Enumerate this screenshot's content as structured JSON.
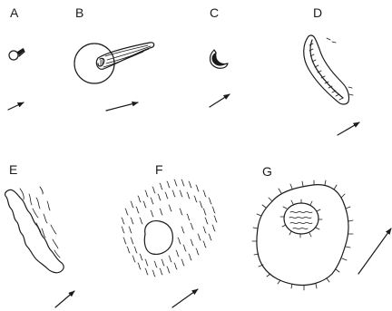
{
  "figure": {
    "panels": [
      {
        "id": "a",
        "label": "A"
      },
      {
        "id": "b",
        "label": "B"
      },
      {
        "id": "c",
        "label": "C"
      },
      {
        "id": "d",
        "label": "D"
      },
      {
        "id": "e",
        "label": "E"
      },
      {
        "id": "f",
        "label": "F"
      },
      {
        "id": "g",
        "label": "G"
      }
    ]
  }
}
